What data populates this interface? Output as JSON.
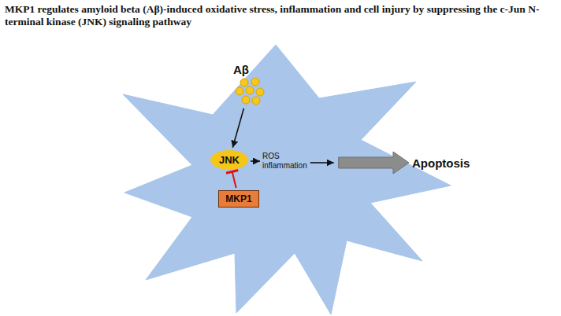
{
  "diagram": {
    "title": "MKP1 regulates amyloid beta (Aβ)-induced oxidative stress, inflammation and cell injury by suppressing the c-Jun N-terminal kinase (JNK) signaling pathway",
    "nodes": [
      {
        "text": [
          "Aβ"
        ]
      },
      {
        "text": [
          "JNK"
        ]
      },
      {
        "text": [
          "ROS inflammation"
        ]
      },
      {
        "text": [
          "Apoptosis"
        ]
      },
      {
        "text": [
          "MKP1"
        ]
      }
    ],
    "edges": [
      {
        "from": 0,
        "to": 1,
        "arrow": "to"
      },
      {
        "from": 1,
        "to": 2,
        "arrow": "to"
      },
      {
        "from": 2,
        "to": 3,
        "arrow": "to"
      },
      {
        "from": 4,
        "to": 1,
        "arrow": "to"
      }
    ]
  }
}
